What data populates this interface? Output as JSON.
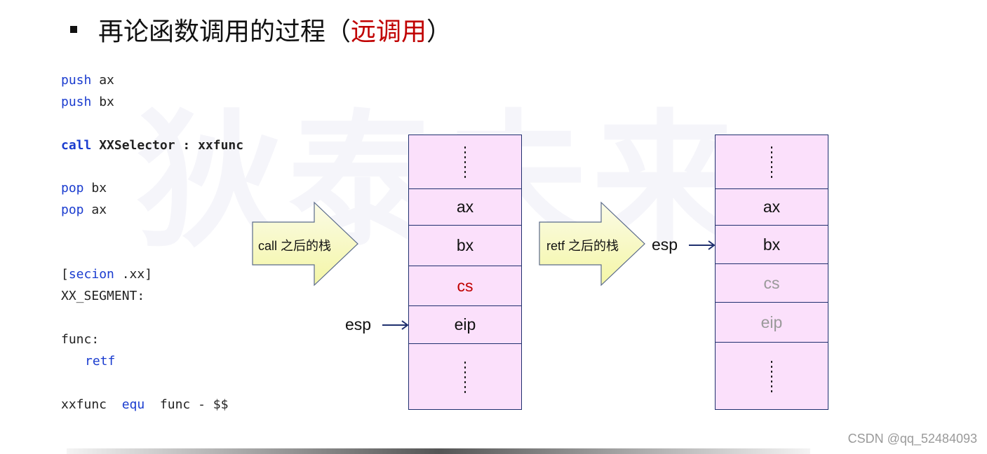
{
  "watermark": "狄泰未来",
  "title": {
    "main": "再论函数调用的过程（",
    "highlight": "远调用",
    "close": "）"
  },
  "code": {
    "push_ax": {
      "kw": "push",
      "arg": " ax"
    },
    "push_bx": {
      "kw": "push",
      "arg": " bx"
    },
    "call": {
      "kw": "call",
      "arg": " XXSelector : xxfunc"
    },
    "pop_bx": {
      "kw": "pop",
      "arg": " bx"
    },
    "pop_ax": {
      "kw": "pop",
      "arg": " ax"
    },
    "section": {
      "open": "[",
      "kw": "secion",
      "rest": " .xx]"
    },
    "segment_label": "XX_SEGMENT:",
    "func_label": "func:",
    "retf": "retf",
    "equ_line": {
      "a": "xxfunc  ",
      "kw": "equ",
      "b": "  func - $$"
    }
  },
  "arrows": {
    "call_label": "call 之后的栈",
    "retf_label": "retf 之后的栈"
  },
  "stack_left": {
    "cells": [
      "ax",
      "bx",
      "cs",
      "eip"
    ],
    "esp": "esp",
    "colors": {
      "cs": "#c00000"
    }
  },
  "stack_right": {
    "cells": [
      "ax",
      "bx",
      "cs",
      "eip"
    ],
    "esp": "esp",
    "colors": {
      "cs": "#9a9a9a",
      "eip": "#9a9a9a"
    }
  },
  "credit": "CSDN @qq_52484093"
}
